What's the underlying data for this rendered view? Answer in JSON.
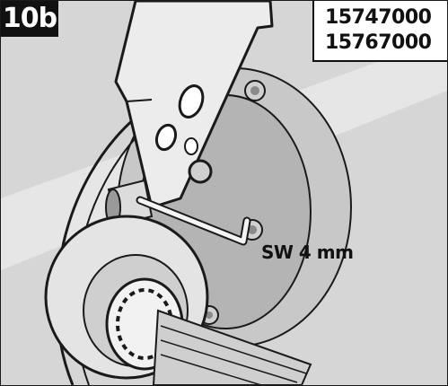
{
  "step": {
    "label": "10b"
  },
  "part_numbers": [
    "15747000",
    "15767000"
  ],
  "tool": {
    "label": "SW 4 mm"
  },
  "colors": {
    "badge_background": "#111111",
    "page_background": "#d6d6d6",
    "line": "#1a1a1a"
  }
}
